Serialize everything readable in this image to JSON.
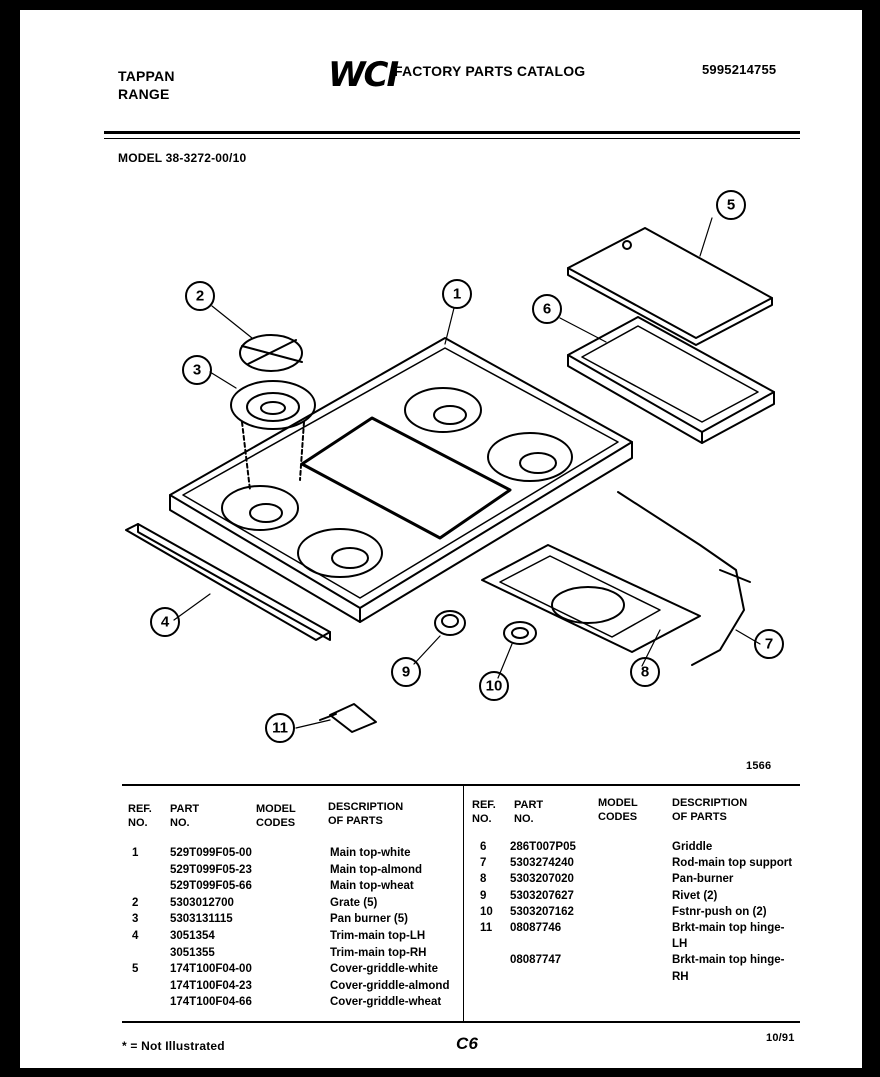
{
  "header": {
    "brand_line1": "TAPPAN",
    "brand_line2": "RANGE",
    "catalog_logo": "WCI",
    "catalog_title": "FACTORY PARTS CATALOG",
    "catalog_number": "5995214755",
    "model": "MODEL 38-3272-00/10"
  },
  "diagram": {
    "callouts": [
      "1",
      "2",
      "3",
      "4",
      "5",
      "6",
      "7",
      "8",
      "9",
      "10",
      "11"
    ],
    "diagram_code": "1566"
  },
  "table": {
    "headers": {
      "ref_no": "REF.\nNO.",
      "part_no": "PART\nNO.",
      "model_codes": "MODEL\nCODES",
      "description": "DESCRIPTION\nOF PARTS"
    },
    "left_rows": [
      {
        "ref": "1",
        "part": "529T099F05-00",
        "desc": "Main top-white"
      },
      {
        "ref": "",
        "part": "529T099F05-23",
        "desc": "Main top-almond"
      },
      {
        "ref": "",
        "part": "529T099F05-66",
        "desc": "Main top-wheat"
      },
      {
        "ref": "2",
        "part": "5303012700",
        "desc": "Grate (5)"
      },
      {
        "ref": "3",
        "part": "5303131115",
        "desc": "Pan burner (5)"
      },
      {
        "ref": "4",
        "part": "3051354",
        "desc": "Trim-main top-LH"
      },
      {
        "ref": "",
        "part": "3051355",
        "desc": "Trim-main top-RH"
      },
      {
        "ref": "5",
        "part": "174T100F04-00",
        "desc": "Cover-griddle-white"
      },
      {
        "ref": "",
        "part": "174T100F04-23",
        "desc": "Cover-griddle-almond"
      },
      {
        "ref": "",
        "part": "174T100F04-66",
        "desc": "Cover-griddle-wheat"
      }
    ],
    "right_rows": [
      {
        "ref": "6",
        "part": "286T007P05",
        "desc": "Griddle"
      },
      {
        "ref": "7",
        "part": "5303274240",
        "desc": "Rod-main top support"
      },
      {
        "ref": "8",
        "part": "5303207020",
        "desc": "Pan-burner"
      },
      {
        "ref": "9",
        "part": "5303207627",
        "desc": "Rivet (2)"
      },
      {
        "ref": "10",
        "part": "5303207162",
        "desc": "Fstnr-push on (2)"
      },
      {
        "ref": "11",
        "part": "08087746",
        "desc": "Brkt-main top hinge-"
      },
      {
        "ref": "",
        "part": "",
        "desc": "LH"
      },
      {
        "ref": "",
        "part": "08087747",
        "desc": "Brkt-main top hinge-"
      },
      {
        "ref": "",
        "part": "",
        "desc": "RH"
      }
    ]
  },
  "footer": {
    "note": "* = Not Illustrated",
    "page": "C6",
    "date": "10/91"
  }
}
